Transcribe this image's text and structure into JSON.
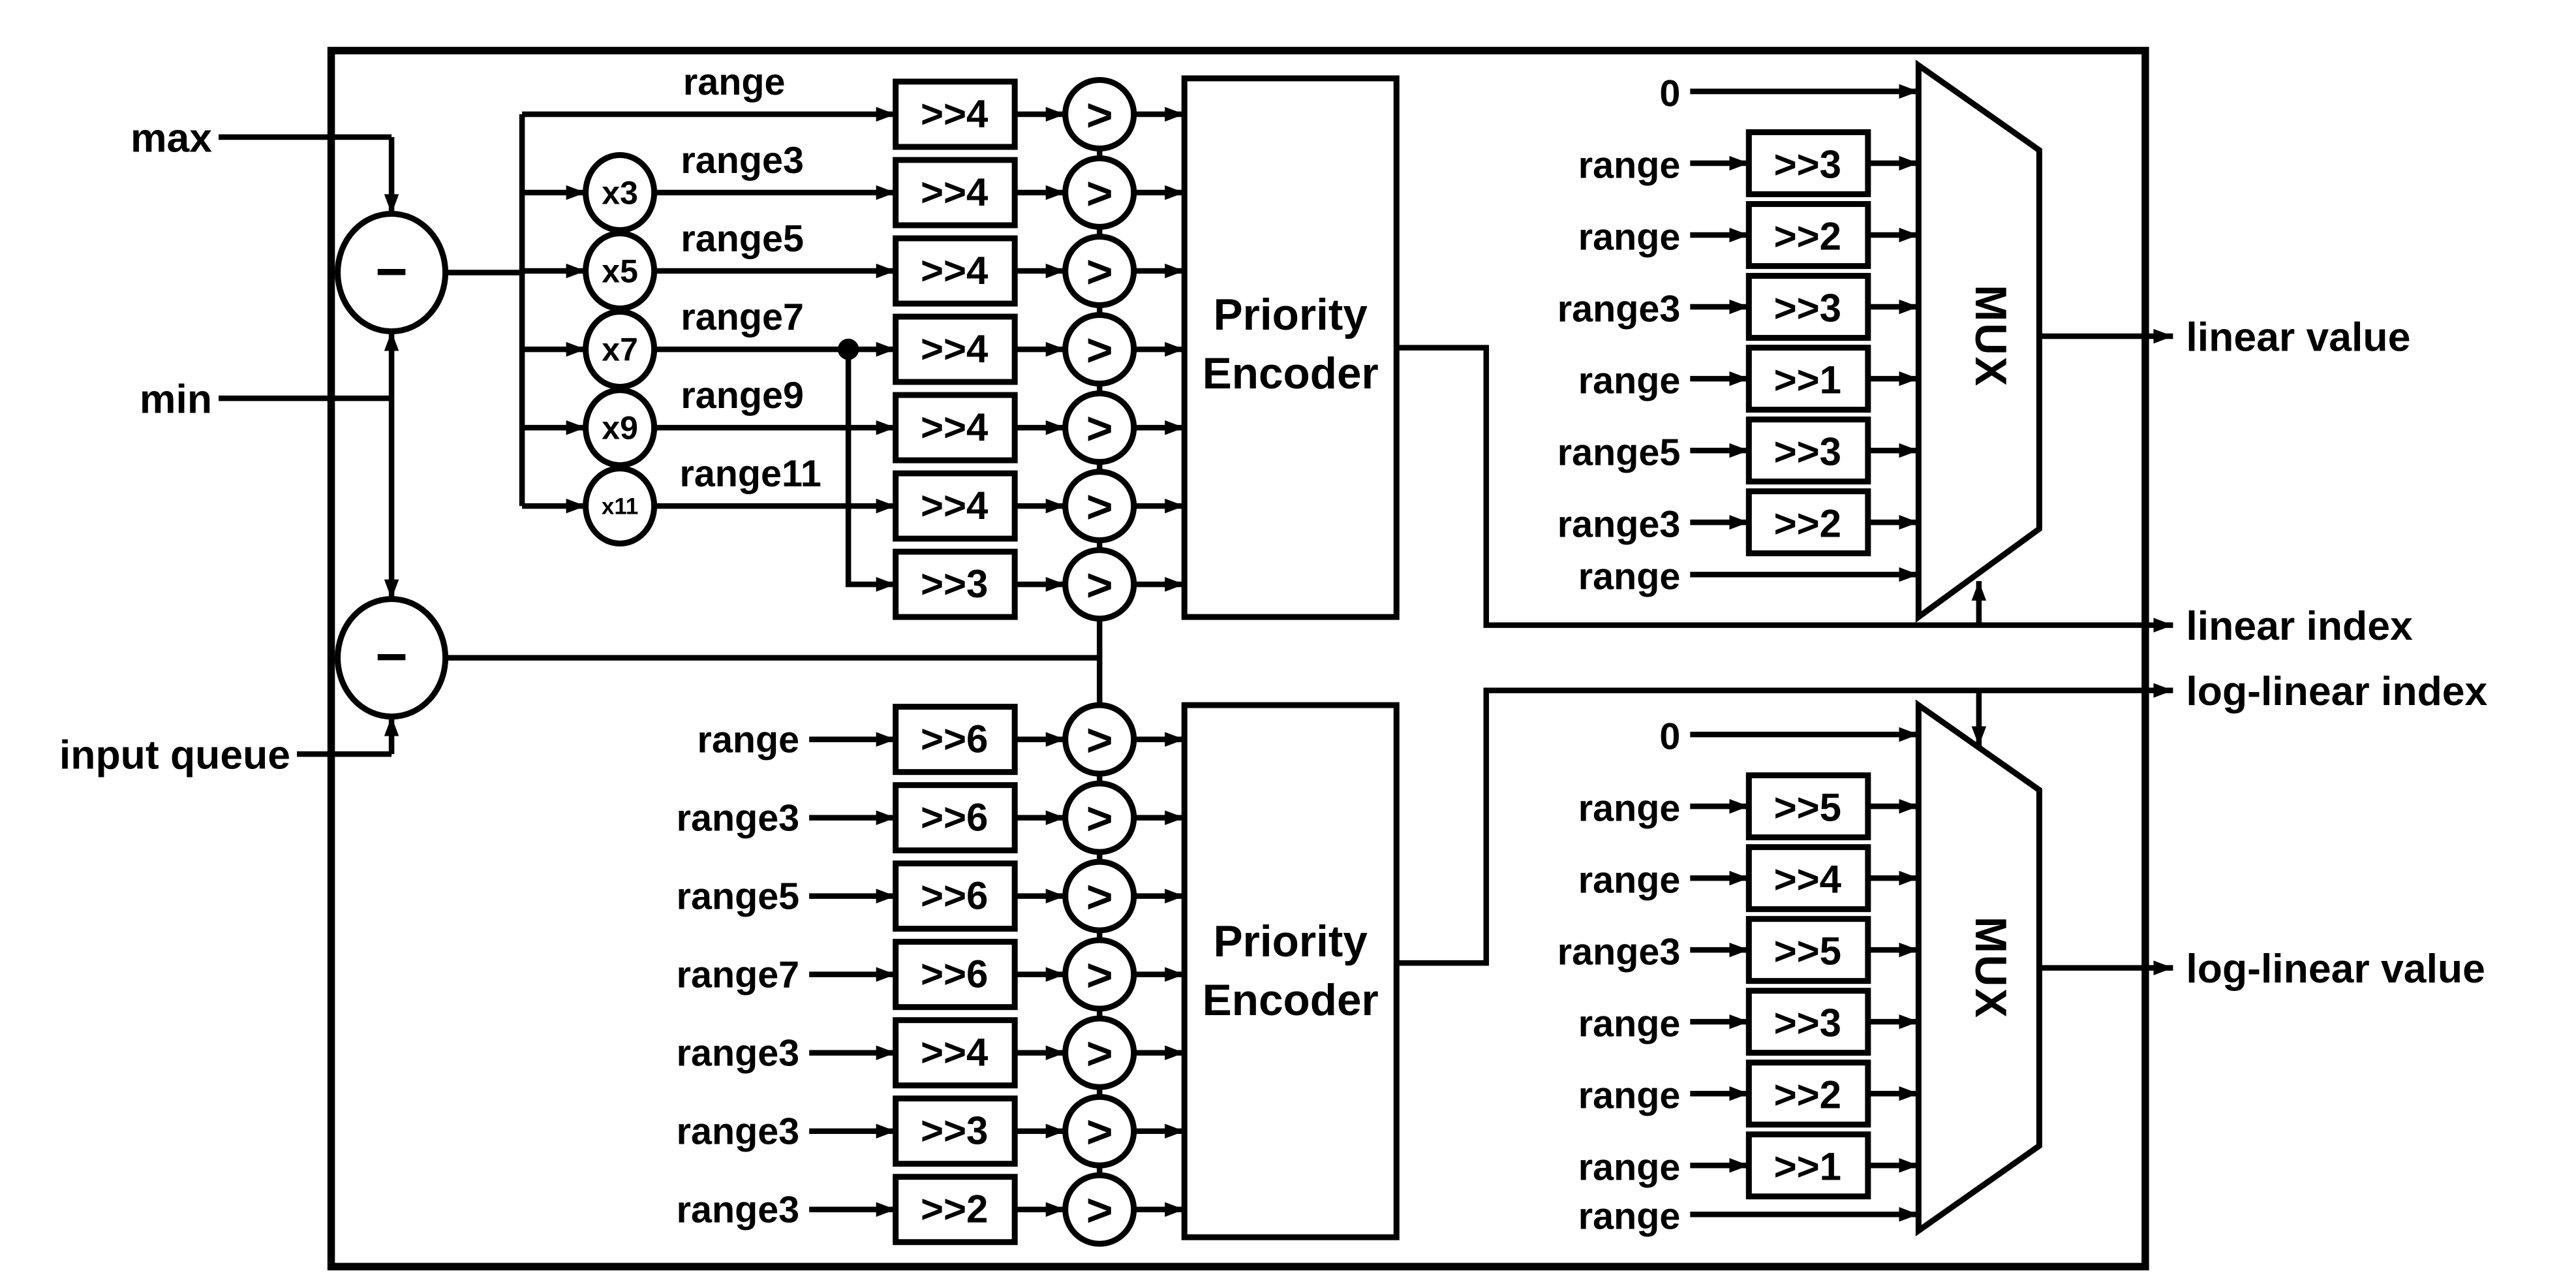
{
  "colors": {
    "line": "#000000",
    "background": "#ffffff"
  },
  "symbols": {
    "subtract": "−",
    "compare": ">"
  },
  "left_inputs": {
    "max": "max",
    "min": "min",
    "input_queue": "input queue"
  },
  "top": {
    "rows": [
      {
        "label": "range",
        "multiplier": null,
        "shift": ">>4"
      },
      {
        "label": "range3",
        "multiplier": "x3",
        "shift": ">>4"
      },
      {
        "label": "range5",
        "multiplier": "x5",
        "shift": ">>4"
      },
      {
        "label": "range7",
        "multiplier": "x7",
        "shift": ">>4"
      },
      {
        "label": "range9",
        "multiplier": "x9",
        "shift": ">>4"
      },
      {
        "label": "range11",
        "multiplier": "x11",
        "shift": ">>4"
      },
      {
        "label": null,
        "multiplier": null,
        "shift": ">>3"
      }
    ],
    "encoder": {
      "line1": "Priority",
      "line2": "Encoder"
    },
    "mux_label": "MUX",
    "mux_inputs": [
      {
        "label": "0",
        "shift": null
      },
      {
        "label": "range",
        "shift": ">>3"
      },
      {
        "label": "range",
        "shift": ">>2"
      },
      {
        "label": "range3",
        "shift": ">>3"
      },
      {
        "label": "range",
        "shift": ">>1"
      },
      {
        "label": "range5",
        "shift": ">>3"
      },
      {
        "label": "range3",
        "shift": ">>2"
      },
      {
        "label": "range",
        "shift": null
      }
    ],
    "outputs": {
      "value": "linear value",
      "index": "linear index"
    }
  },
  "bottom": {
    "rows": [
      {
        "label": "range",
        "shift": ">>6"
      },
      {
        "label": "range3",
        "shift": ">>6"
      },
      {
        "label": "range5",
        "shift": ">>6"
      },
      {
        "label": "range7",
        "shift": ">>6"
      },
      {
        "label": "range3",
        "shift": ">>4"
      },
      {
        "label": "range3",
        "shift": ">>3"
      },
      {
        "label": "range3",
        "shift": ">>2"
      }
    ],
    "encoder": {
      "line1": "Priority",
      "line2": "Encoder"
    },
    "mux_label": "MUX",
    "mux_inputs": [
      {
        "label": "0",
        "shift": null
      },
      {
        "label": "range",
        "shift": ">>5"
      },
      {
        "label": "range",
        "shift": ">>4"
      },
      {
        "label": "range3",
        "shift": ">>5"
      },
      {
        "label": "range",
        "shift": ">>3"
      },
      {
        "label": "range",
        "shift": ">>2"
      },
      {
        "label": "range",
        "shift": ">>1"
      },
      {
        "label": "range",
        "shift": null
      }
    ],
    "outputs": {
      "value": "log-linear value",
      "index": "log-linear index"
    }
  }
}
